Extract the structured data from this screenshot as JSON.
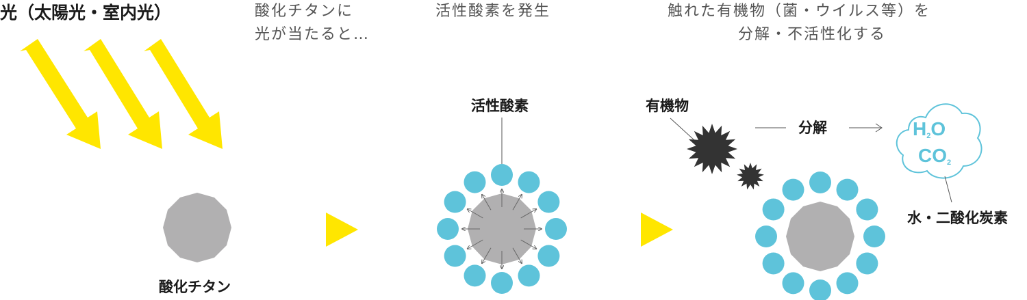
{
  "light_source": {
    "title": "光（太陽光・室内光）",
    "color": "#ffea00"
  },
  "steps": [
    {
      "caption_line1": "酸化チタンに",
      "caption_line2": "光が当たると…"
    },
    {
      "caption_line1": "活性酸素を発生",
      "caption_line2": ""
    },
    {
      "caption_line1": "触れた有機物（菌・ウイルス等）を",
      "caption_line2": "分解・不活性化する"
    }
  ],
  "labels": {
    "titanium_oxide": "酸化チタン",
    "active_oxygen": "活性酸素",
    "organic_matter": "有機物",
    "decompose": "分解",
    "products": "水・二酸化炭素"
  },
  "products_formulas": {
    "water": {
      "base": "H",
      "sub": "2",
      "tail": "O"
    },
    "co2": {
      "base": "CO",
      "sub": "2"
    }
  },
  "colors": {
    "titanium_gray": "#b1b0b1",
    "oxygen_blue": "#5ec3da",
    "organic_dark": "#333333",
    "arrow_yellow": "#ffe600",
    "line_gray": "#555555"
  }
}
